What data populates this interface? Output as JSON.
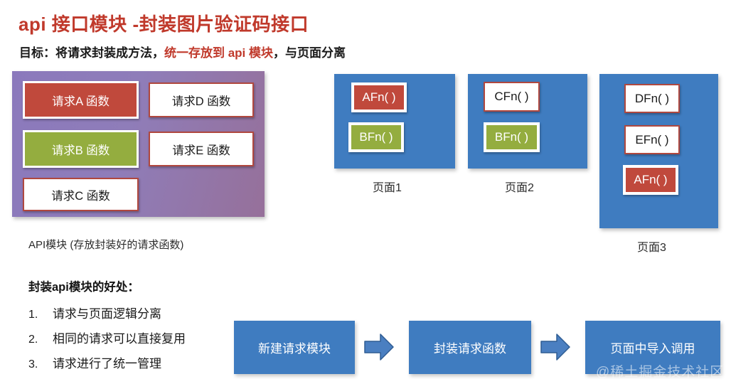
{
  "header": {
    "title": "api 接口模块 -封装图片验证码接口",
    "subtitle_prefix": "目标：将请求封装成方法，",
    "subtitle_highlight": "统一存放到 api 模块",
    "subtitle_suffix": "，与页面分离",
    "title_color": "#c0392b"
  },
  "api_module": {
    "caption": "API模块 (存放封装好的请求函数)",
    "background_color": "#8b79bc",
    "functions": [
      {
        "label": "请求A 函数",
        "style": "filled-red"
      },
      {
        "label": "请求B 函数",
        "style": "filled-green"
      },
      {
        "label": "请求C 函数",
        "style": "outline-red"
      },
      {
        "label": "请求D 函数",
        "style": "outline-red"
      },
      {
        "label": "请求E 函数",
        "style": "outline-red"
      }
    ]
  },
  "pages": [
    {
      "caption": "页面1",
      "functions": [
        {
          "label": "AFn( )",
          "style": "filled-red"
        },
        {
          "label": "BFn( )",
          "style": "filled-green"
        }
      ]
    },
    {
      "caption": "页面2",
      "functions": [
        {
          "label": "CFn( )",
          "style": "outline-red"
        },
        {
          "label": "BFn( )",
          "style": "filled-green"
        }
      ]
    },
    {
      "caption": "页面3",
      "functions": [
        {
          "label": "DFn( )",
          "style": "outline-red"
        },
        {
          "label": "EFn( )",
          "style": "outline-red"
        },
        {
          "label": "AFn( )",
          "style": "filled-red"
        }
      ]
    }
  ],
  "benefits": {
    "title": "封装api模块的好处：",
    "items": [
      {
        "num": "1.",
        "text": "请求与页面逻辑分离"
      },
      {
        "num": "2.",
        "text": "相同的请求可以直接复用"
      },
      {
        "num": "3.",
        "text": "请求进行了统一管理"
      }
    ]
  },
  "flow": {
    "steps": [
      "新建请求模块",
      "封装请求函数",
      "页面中导入调用"
    ],
    "box_color": "#3f7cc0",
    "arrow_color": "#4a7fc1"
  },
  "watermark": "@稀土掘金技术社区"
}
